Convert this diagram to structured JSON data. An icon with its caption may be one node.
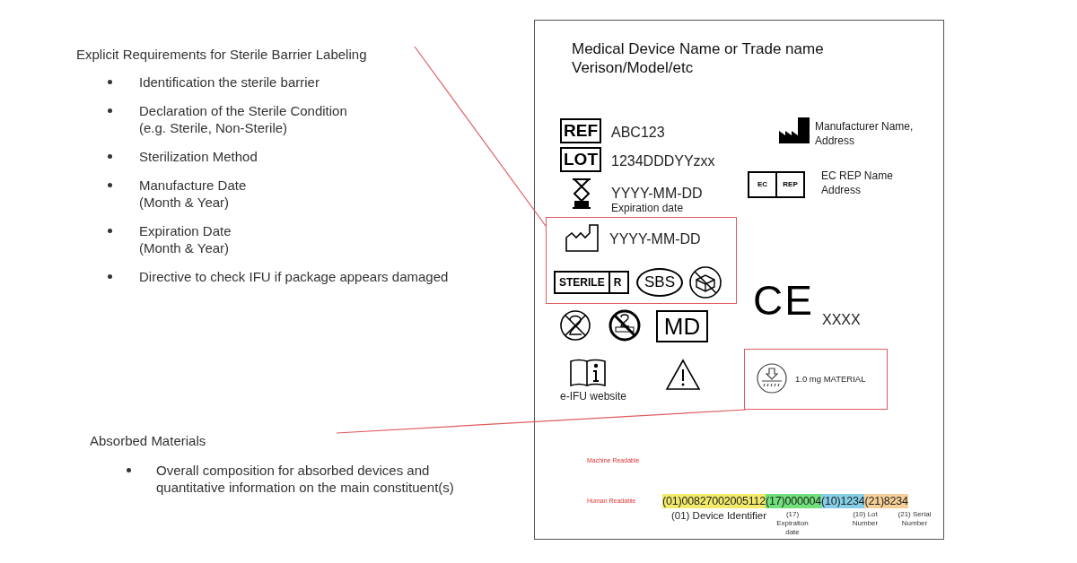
{
  "diagram": {
    "nodes": [
      {
        "text": [
          "Explicit Requirements for Sterile Barrier Labeling",
          "Identification the sterile barrier",
          "Declaration of the Sterile Condition (e.g. Sterile, Non-Sterile)",
          "Sterilization Method",
          "Manufacture Date (Month & Year)",
          "Expiration Date (Month & Year)",
          "Directive to check IFU if package appears damaged"
        ]
      },
      {
        "text": [
          "Absorbed Materials",
          "Overall composition for absorbed devices and quantitative information on the main constituent(s)"
        ]
      },
      {
        "text": [
          "Medical Device Name or Trade name",
          "Verison/Model/etc"
        ]
      },
      {
        "text": [
          "REF"
        ],
        "in": 2
      },
      {
        "text": [
          "LOT"
        ],
        "in": 2
      },
      {
        "text": [
          "EC",
          "REP"
        ],
        "in": 2
      },
      {
        "text": [
          "YYYY-MM-DD"
        ],
        "in": 2
      },
      {
        "text": [
          "STERILE",
          "R"
        ],
        "in": 6
      },
      {
        "text": [
          "SBS"
        ],
        "in": 6
      },
      {
        "text": [
          "MD"
        ],
        "in": 2
      },
      {
        "text": [
          "1.0 mg MATERIAL"
        ],
        "in": 2
      }
    ],
    "edges": [
      {
        "from": 0,
        "to": 6,
        "arrow": "none"
      },
      {
        "from": 1,
        "to": 10,
        "arrow": "none"
      }
    ],
    "labels": [
      "ABC123",
      "1234DDDYYzxx",
      "YYYY-MM-DD",
      "Expiration date",
      "Manufacturer Name, Address",
      "EC REP Name Address",
      "CE",
      "XXXX",
      "e-IFU website",
      "Machine Readable",
      "Human Readable",
      "(01)00827002005112",
      "(17)000004",
      "(10)1234",
      "(21)8234",
      "(01) Device Identifier",
      "(17) Expiration date",
      "(10) Lot Number",
      "(21) Serial Number"
    ]
  }
}
